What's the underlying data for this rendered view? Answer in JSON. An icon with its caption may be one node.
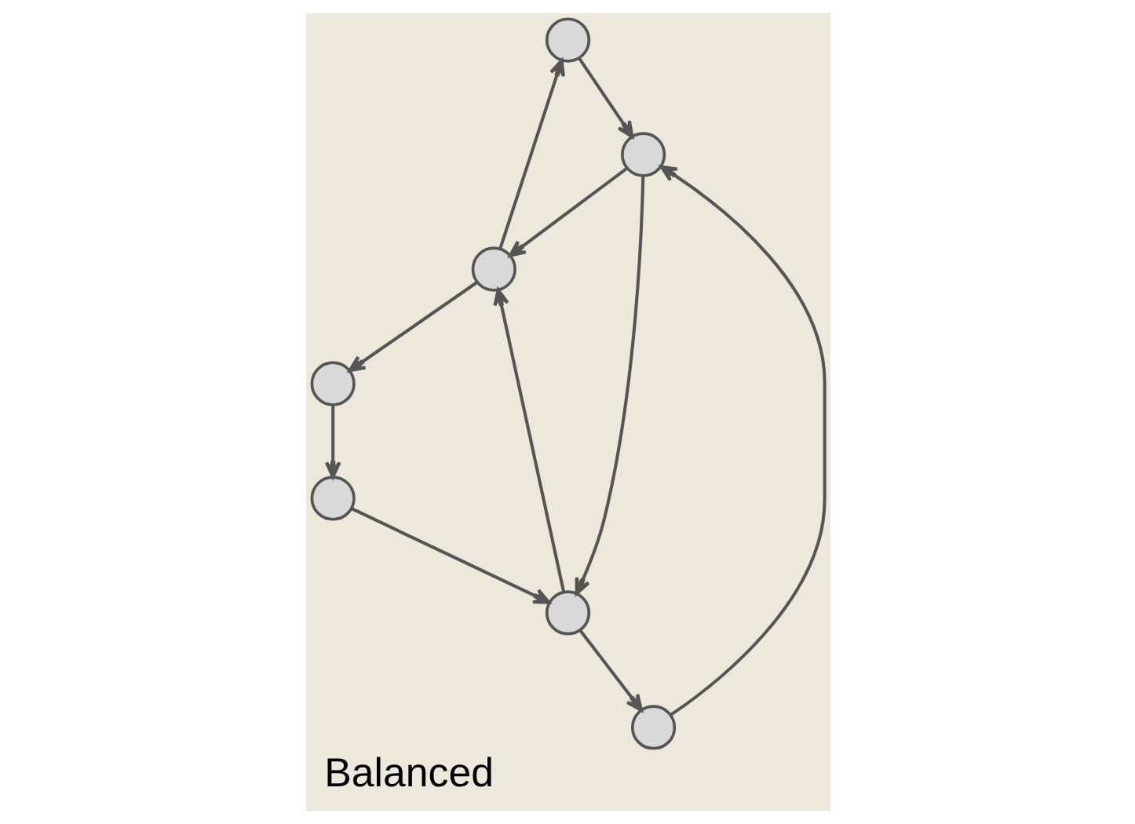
{
  "diagram": {
    "caption": "Balanced",
    "nodes": [
      {
        "text": [],
        "shape": "circle"
      },
      {
        "text": [],
        "shape": "circle"
      },
      {
        "text": [],
        "shape": "circle"
      },
      {
        "text": [],
        "shape": "circle"
      },
      {
        "text": [],
        "shape": "circle"
      },
      {
        "text": [],
        "shape": "circle"
      },
      {
        "text": [],
        "shape": "circle"
      }
    ],
    "edges": [
      {
        "from": 1,
        "to": 0,
        "arrow": "to"
      },
      {
        "from": 0,
        "to": 2,
        "arrow": "to"
      },
      {
        "from": 2,
        "to": 1,
        "arrow": "to"
      },
      {
        "from": 1,
        "to": 3,
        "arrow": "to"
      },
      {
        "from": 3,
        "to": 6,
        "arrow": "to"
      },
      {
        "from": 6,
        "to": 5,
        "arrow": "to"
      },
      {
        "from": 5,
        "to": 1,
        "arrow": "to"
      },
      {
        "from": 2,
        "to": 5,
        "arrow": "to"
      },
      {
        "from": 5,
        "to": 4,
        "arrow": "to"
      },
      {
        "from": 4,
        "to": 2,
        "arrow": "to"
      }
    ]
  }
}
